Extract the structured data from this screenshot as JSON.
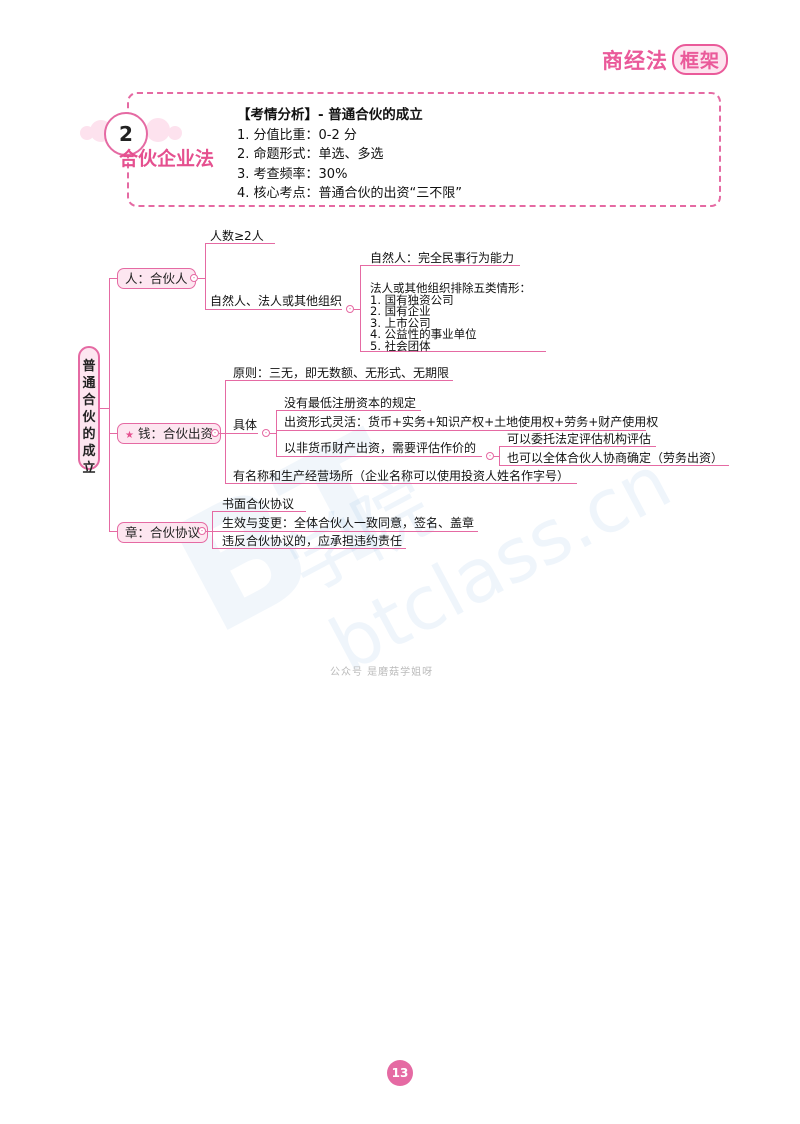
{
  "header": {
    "brand_text": "商经法",
    "brand_frame": "框架"
  },
  "section": {
    "number": "2",
    "title": "合伙企业法"
  },
  "analysis": {
    "heading": "【考情分析】- 普通合伙的成立",
    "items": [
      "1. 分值比重：0-2 分",
      "2. 命题形式：单选、多选",
      "3. 考查频率：30%",
      "4. 核心考点：普通合伙的出资“三不限”"
    ]
  },
  "mindmap": {
    "root_chars": [
      "普",
      "通",
      "合",
      "伙",
      "的",
      "成",
      "立"
    ],
    "person": {
      "label": "人：合伙人",
      "count": "人数≥2人",
      "orgs": "自然人、法人或其他组织",
      "natural": "自然人：完全民事行为能力",
      "exclusion_title": "法人或其他组织排除五类情形：",
      "exclusions": [
        "1. 国有独资公司",
        "2. 国有企业",
        "3. 上市公司",
        "4. 公益性的事业单位",
        "5. 社会团体"
      ]
    },
    "money": {
      "label": "钱：合伙出资",
      "principle": "原则：三无，即无数额、无形式、无期限",
      "specific": "具体",
      "no_min": "没有最低注册资本的规定",
      "forms": "出资形式灵活：货币+实务+知识产权+土地使用权+劳务+财产使用权",
      "nonmoney": "以非货币财产出资，需要评估作价的",
      "appraise_agency": "可以委托法定评估机构评估",
      "appraise_partners": "也可以全体合伙人协商确定（劳务出资）",
      "name_place": "有名称和生产经营场所（企业名称可以使用投资人姓名作字号）"
    },
    "agreement": {
      "label": "章：合伙协议",
      "written": "书面合伙协议",
      "effect": "生效与变更：全体合伙人一致同意，签名、盖章",
      "breach": "违反合伙协议的，应承担违约责任"
    }
  },
  "watermark": {
    "logo": "BT",
    "site": "btclass.cn",
    "cn": "学院"
  },
  "credit": "公众号 是磨菇学姐呀",
  "page_number": "13"
}
